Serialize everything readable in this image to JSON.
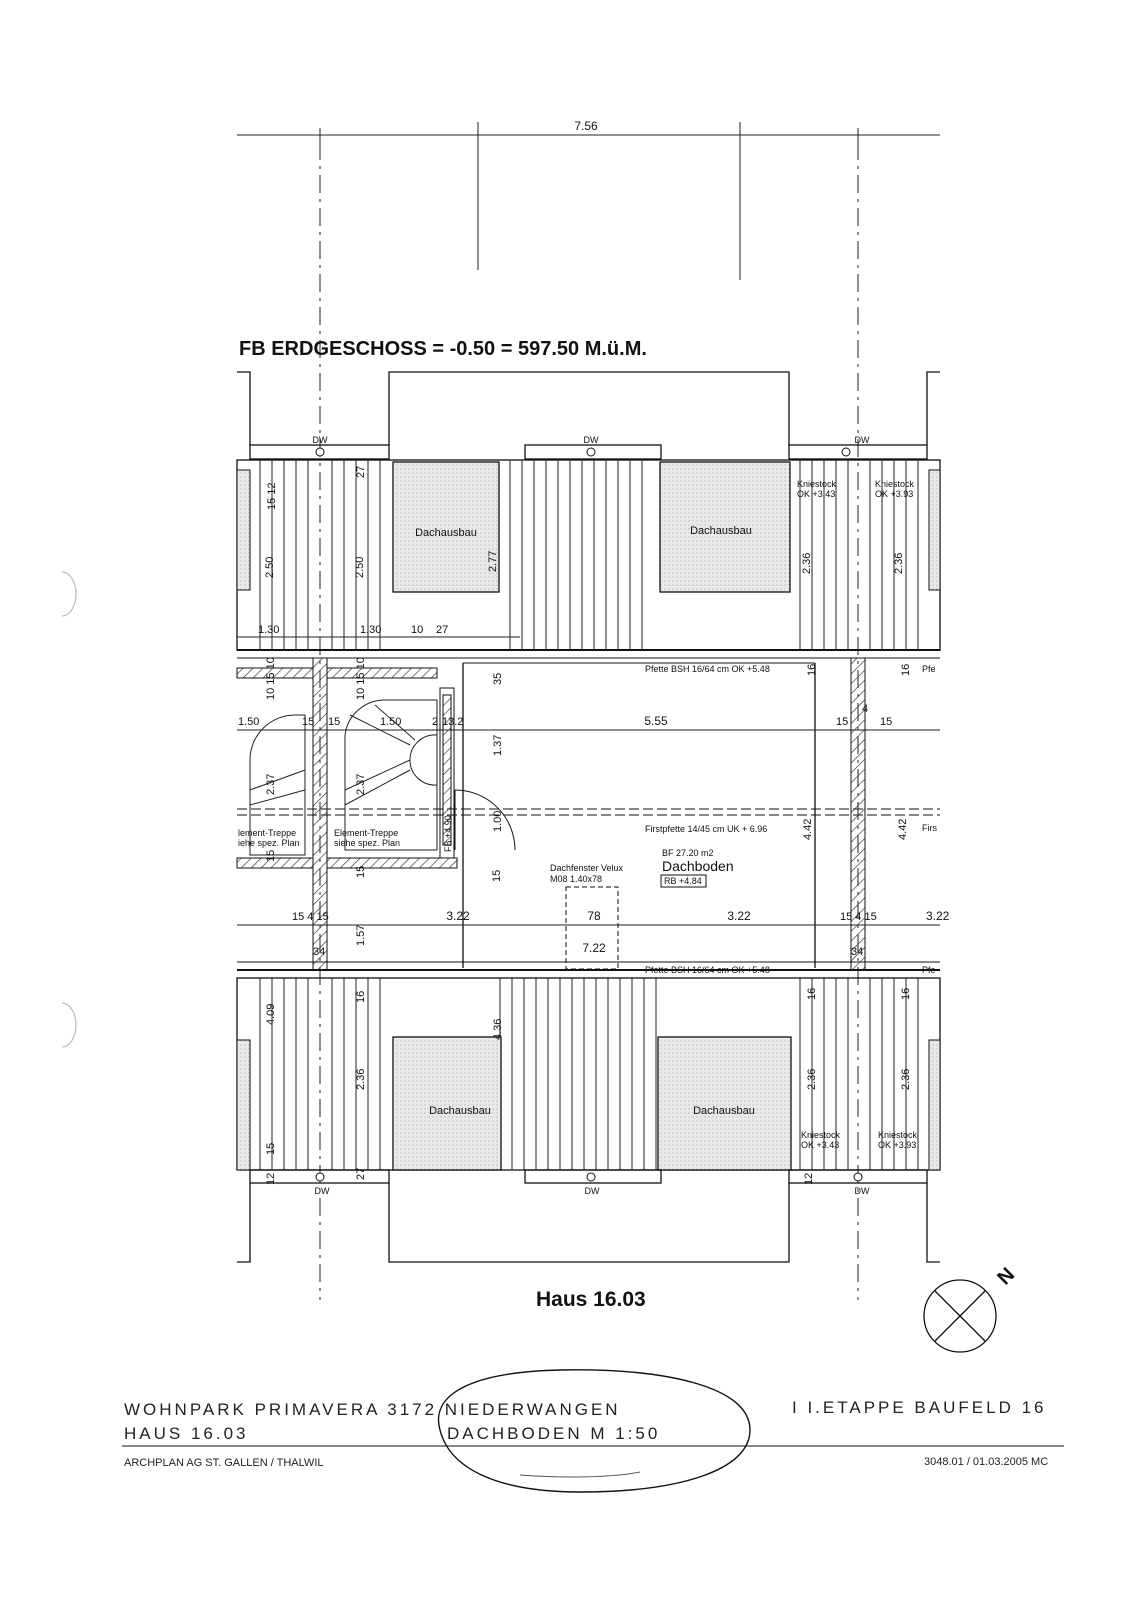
{
  "heading": "FB ERDGESCHOSS = -0.50 = 597.50 M.ü.M.",
  "house_label": "Haus 16.03",
  "north": "N",
  "dims": {
    "top_total": "7.56",
    "d_15_12": "15 12",
    "d_27": "27",
    "d_2_50": "2.50",
    "d_2_77": "2.77",
    "d_2_36": "2.36",
    "d_1_30": "1.30",
    "d_10": "10",
    "d_27b": "27",
    "d_35": "35",
    "d_16": "16",
    "d_10_15_10": "10 15 10",
    "d_1_50": "1.50",
    "d_15": "15",
    "d_2": "2",
    "d_13_2": "13.2",
    "d_5_55": "5.55",
    "d_1_37": "1.37",
    "d_2_37": "2.37",
    "d_1_00": "1.00",
    "d_4_42": "4.42",
    "d_3_22": "3.22",
    "d_3_22b": "3.22",
    "d_78": "78",
    "d_7_22": "7.22",
    "d_4": "4",
    "d_34": "34",
    "d_1_57": "1.57",
    "d_4_09": "4.09",
    "d_4_36": "4.36",
    "d_12": "12",
    "d_15_4_15": "15 4 15",
    "d_3_22c": "3.22"
  },
  "labels": {
    "dw": "DW",
    "dachausbau": "Dachausbau",
    "kniestock": "Kniestock",
    "ok_343": "OK +3.43",
    "ok_393": "OK +3.93",
    "pfette": "Pfette BSH 16/64 cm OK +5.48",
    "pfe": "Pfe",
    "firstpfette": "Firstpfette 14/45 cm  UK + 6.96",
    "firs": "Firs",
    "bf": "BF 27.20 m2",
    "dachboden": "Dachboden",
    "rb": "RB +4.84",
    "dachfenster": "Dachfenster Velux",
    "m08": "M08  1.40x78",
    "element_treppe": "Element-Treppe",
    "siehe_plan": "siehe spez. Plan",
    "lement_treppe": "lement-Treppe",
    "iehe_plan": "iehe spez. Plan",
    "fb_490": "FB +4.90"
  },
  "footer": {
    "project": "WOHNPARK PRIMAVERA 3172 NIEDERWANGEN",
    "stage": "I I.ETAPPE BAUFELD 16",
    "house": "HAUS 16.03",
    "sheet": "DACHBODEN M 1:50",
    "firm": "ARCHPLAN AG  ST. GALLEN / THALWIL",
    "ref": "3048.01 / 01.03.2005 MC"
  }
}
